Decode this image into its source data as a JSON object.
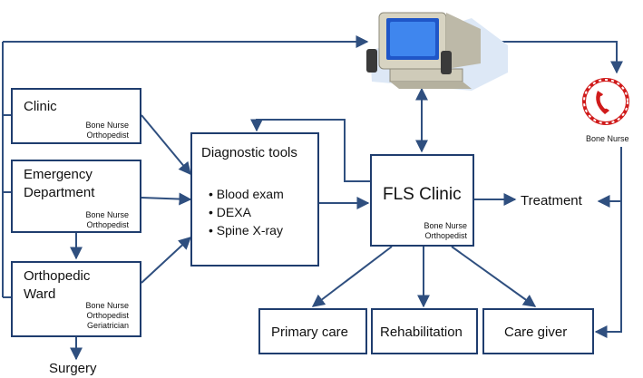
{
  "clinic": {
    "title": "Clinic",
    "roles": [
      "Bone Nurse",
      "Orthopedist"
    ]
  },
  "emergency": {
    "title_line1": "Emergency",
    "title_line2": "Department",
    "roles": [
      "Bone Nurse",
      "Orthopedist"
    ]
  },
  "ward": {
    "title_line1": "Orthopedic",
    "title_line2": "Ward",
    "roles": [
      "Bone Nurse",
      "Orthopedist",
      "Geriatrician"
    ]
  },
  "surgery": "Surgery",
  "diagnostic": {
    "title": "Diagnostic tools",
    "items": [
      "Blood exam",
      "DEXA",
      "Spine X-ray"
    ]
  },
  "fls": {
    "title": "FLS Clinic",
    "roles": [
      "Bone Nurse",
      "Orthopedist"
    ]
  },
  "treatment": "Treatment",
  "phone_label": "Bone Nurse",
  "outcomes": {
    "primary": "Primary care",
    "rehab": "Rehabilitation",
    "caregiver": "Care giver"
  },
  "icons": {
    "computer": "computer-icon",
    "phone": "phone-icon"
  },
  "colors": {
    "line": "#2f4f7f",
    "box_border": "#1f3d6e"
  }
}
